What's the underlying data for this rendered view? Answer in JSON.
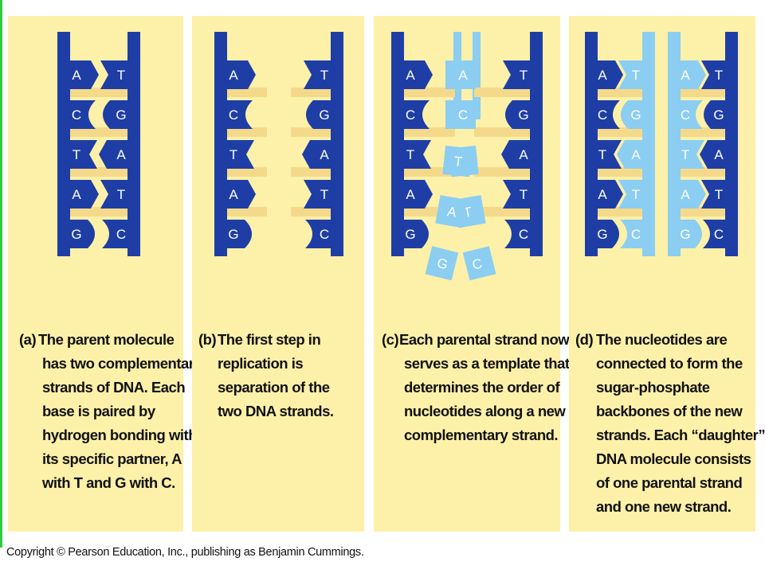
{
  "colors": {
    "panel_background": "#fdf0a8",
    "parental_strand": "#1e3ea6",
    "new_strand": "#8ccdf2",
    "rung": "#f5d98a",
    "border_accent": "#2ecc40"
  },
  "base_pairs": [
    {
      "left": "A",
      "right": "T"
    },
    {
      "left": "C",
      "right": "G"
    },
    {
      "left": "T",
      "right": "A"
    },
    {
      "left": "A",
      "right": "T"
    },
    {
      "left": "G",
      "right": "C"
    }
  ],
  "panels": [
    {
      "letter": "(a)",
      "caption_lines": [
        "The parent molecule",
        "has two complementary",
        "strands of DNA. Each",
        "base is paired by",
        "hydrogen bonding with",
        "its specific partner, A",
        "with T and G with C."
      ]
    },
    {
      "letter": "(b)",
      "caption_lines": [
        "The first step in",
        "replication is",
        "separation of the",
        "two DNA strands."
      ]
    },
    {
      "letter": "(c)",
      "caption_lines": [
        "Each parental strand now",
        "serves as a template that",
        "determines the order of",
        "nucleotides along a new",
        "complementary strand."
      ]
    },
    {
      "letter": "(d)",
      "caption_lines": [
        "The nucleotides are",
        "connected to form the",
        "sugar-phosphate",
        "backbones of the new",
        "strands. Each “daughter”",
        "DNA molecule consists",
        "of one parental strand",
        "and one new strand."
      ]
    }
  ],
  "copyright": "Copyright © Pearson Education, Inc., publishing as Benjamin Cummings."
}
